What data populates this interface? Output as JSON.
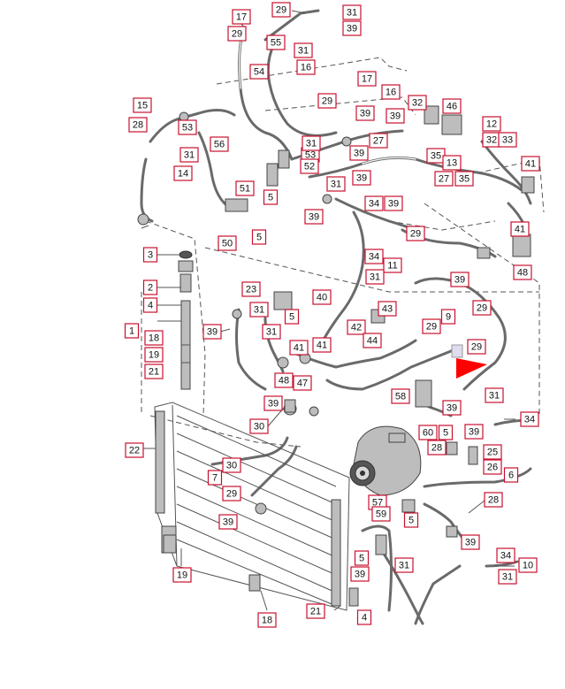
{
  "callouts": [
    "17",
    "29",
    "31",
    "39",
    "29",
    "55",
    "16",
    "54",
    "31",
    "15",
    "28",
    "53",
    "56",
    "29",
    "39",
    "46",
    "32",
    "16",
    "17",
    "12",
    "32",
    "33",
    "39",
    "14",
    "31",
    "53",
    "52",
    "31",
    "27",
    "35",
    "39",
    "13",
    "27",
    "35",
    "41",
    "51",
    "5",
    "39",
    "39",
    "34",
    "31",
    "39",
    "41",
    "50",
    "5",
    "29",
    "3",
    "34",
    "11",
    "2",
    "31",
    "39",
    "31",
    "48",
    "4",
    "23",
    "40",
    "5",
    "29",
    "39",
    "31",
    "43",
    "42",
    "44",
    "9",
    "29",
    "18",
    "1",
    "19",
    "21",
    "41",
    "41",
    "39",
    "29",
    "48",
    "47",
    "58",
    "31",
    "34",
    "39",
    "5",
    "39",
    "60",
    "30",
    "22",
    "28",
    "25",
    "30",
    "26",
    "7",
    "6",
    "29",
    "57",
    "59",
    "28",
    "39",
    "5",
    "39",
    "5",
    "39",
    "31",
    "34",
    "10",
    "31",
    "19",
    "21",
    "4",
    "18"
  ],
  "symbols": {
    "warning_marker": "red-triangle-marker"
  }
}
